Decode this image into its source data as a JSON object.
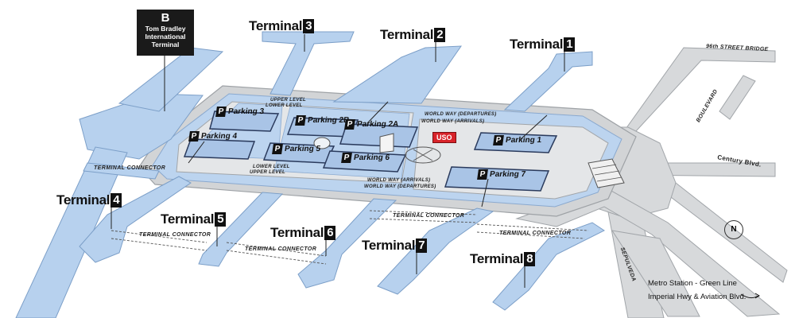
{
  "tbit": {
    "letter": "B",
    "name_line1": "Tom Bradley",
    "name_line2": "International",
    "name_line3": "Terminal"
  },
  "terminals": [
    {
      "word": "Terminal",
      "num": "1"
    },
    {
      "word": "Terminal",
      "num": "2"
    },
    {
      "word": "Terminal",
      "num": "3"
    },
    {
      "word": "Terminal",
      "num": "4"
    },
    {
      "word": "Terminal",
      "num": "5"
    },
    {
      "word": "Terminal",
      "num": "6"
    },
    {
      "word": "Terminal",
      "num": "7"
    },
    {
      "word": "Terminal",
      "num": "8"
    }
  ],
  "parking": {
    "p_letter": "P",
    "p1": "Parking 1",
    "p2a": "Parking 2A",
    "p2b": "Parking 2B",
    "p3": "Parking 3",
    "p4": "Parking 4",
    "p5": "Parking 5",
    "p6": "Parking 6",
    "p7": "Parking 7"
  },
  "roads": {
    "upper_level": "UPPER LEVEL",
    "lower_level": "LOWER LEVEL",
    "world_way_departures": "WORLD WAY (DEPARTURES)",
    "world_way_arrivals": "WORLD WAY (ARRIVALS)",
    "terminal_connector": "TERMINAL CONNECTOR",
    "street_96th": "96th STREET BRIDGE",
    "boulevard": "BOULEVARD",
    "century": "Century Blvd.",
    "sepulveda": "SEPULVEDA"
  },
  "uso": "USO",
  "north": "N",
  "metro": {
    "line1": "Metro Station - Green Line",
    "line2": "Imperial Hwy & Aviation Blvd."
  },
  "colors": {
    "terminal_blue": "#b7d1ee",
    "terminal_edge": "#7c9fc8",
    "road_gray": "#d2d4d6",
    "road_edge": "#9ea2a6",
    "garage_blue": "#a9c4e6",
    "garage_stripe": "#2a3a5c",
    "label_dark": "#111111",
    "uso_red": "#d8232a"
  }
}
